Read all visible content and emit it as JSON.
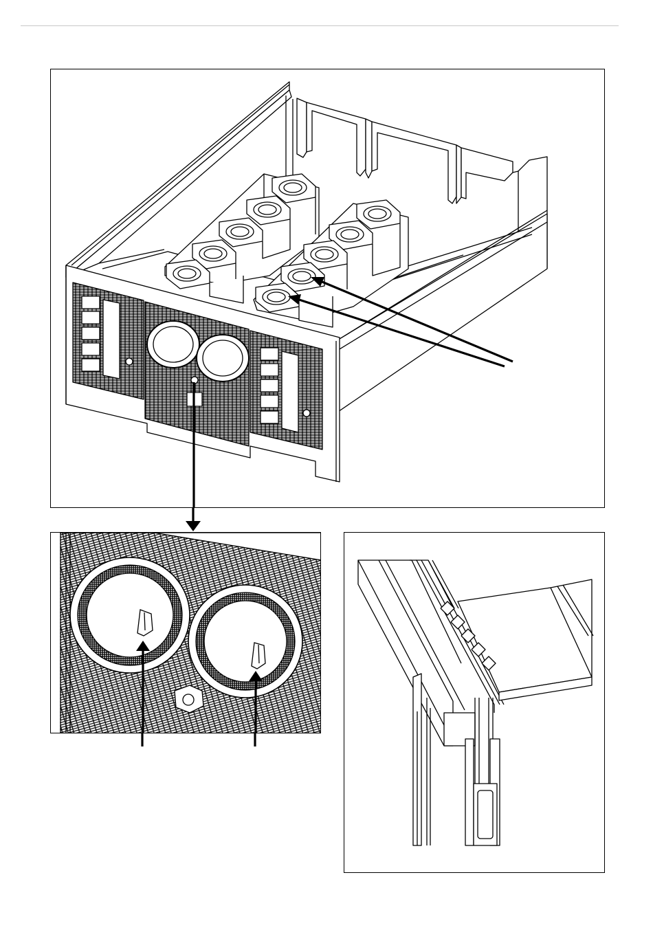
{
  "page": {
    "background": "#ffffff",
    "line_color": "#000000",
    "rule_color": "#c8c8c8"
  },
  "figures": [
    {
      "name": "drawer-unit-overview",
      "icons": [
        "drawer-icon",
        "socket-icon",
        "fuse-holder-icon",
        "pointer-arrow-icon"
      ]
    },
    {
      "name": "fuse-holder-closeup",
      "icons": [
        "fuse-cap-icon",
        "pointer-arrow-icon"
      ]
    },
    {
      "name": "drawer-guide-rail-detail",
      "icons": [
        "rail-icon",
        "cable-tie-icon"
      ]
    }
  ]
}
